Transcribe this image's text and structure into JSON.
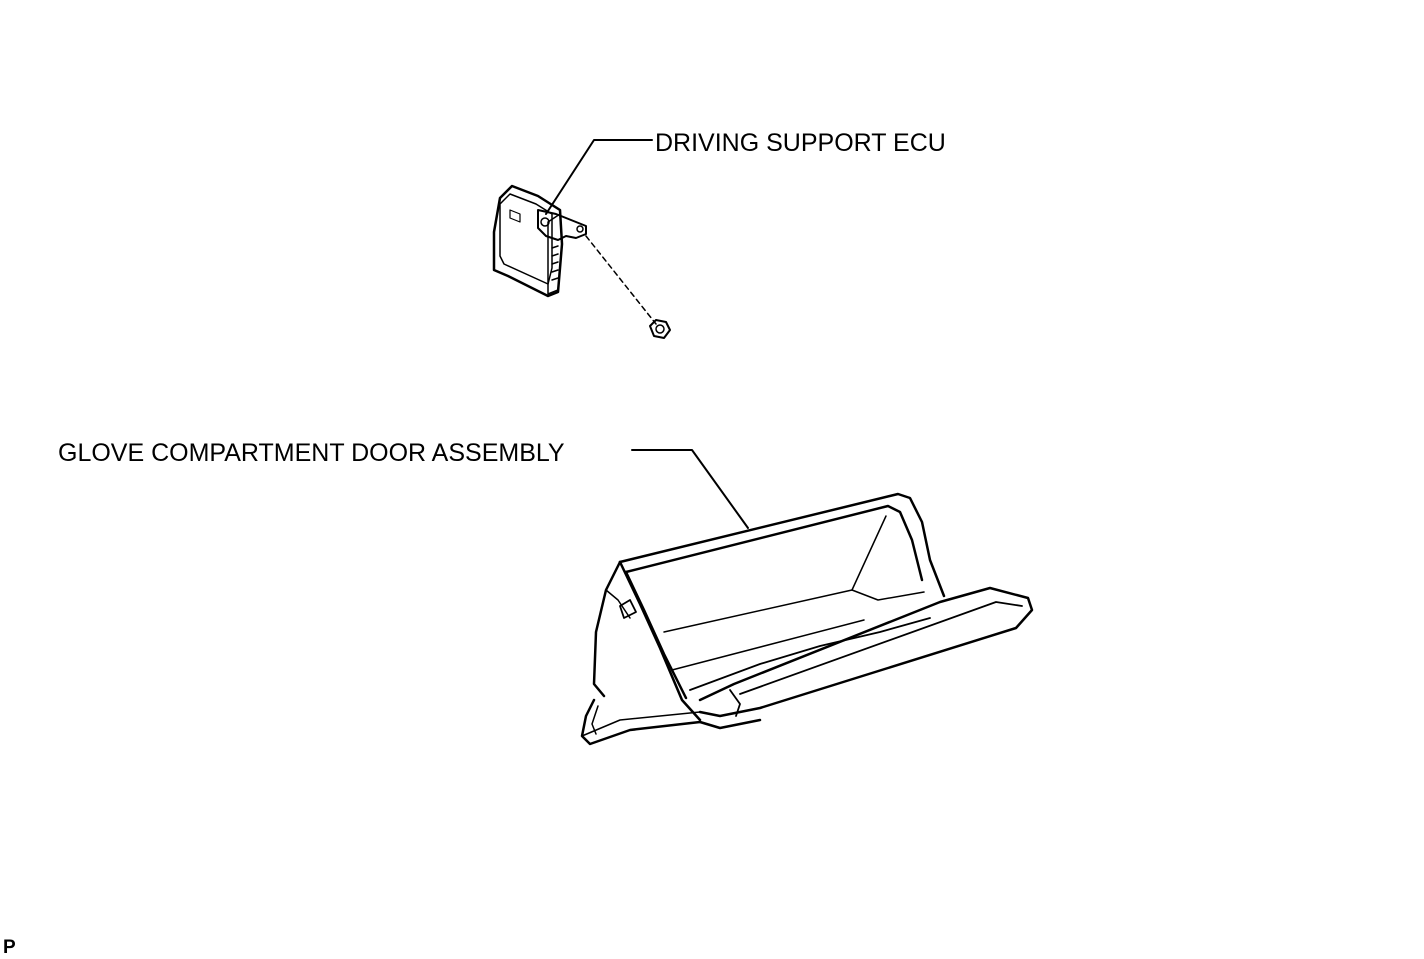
{
  "labels": {
    "ecu": "DRIVING SUPPORT ECU",
    "glove": "GLOVE COMPARTMENT DOOR ASSEMBLY",
    "code": "P"
  },
  "colors": {
    "line": "#000000",
    "background": "#ffffff"
  }
}
